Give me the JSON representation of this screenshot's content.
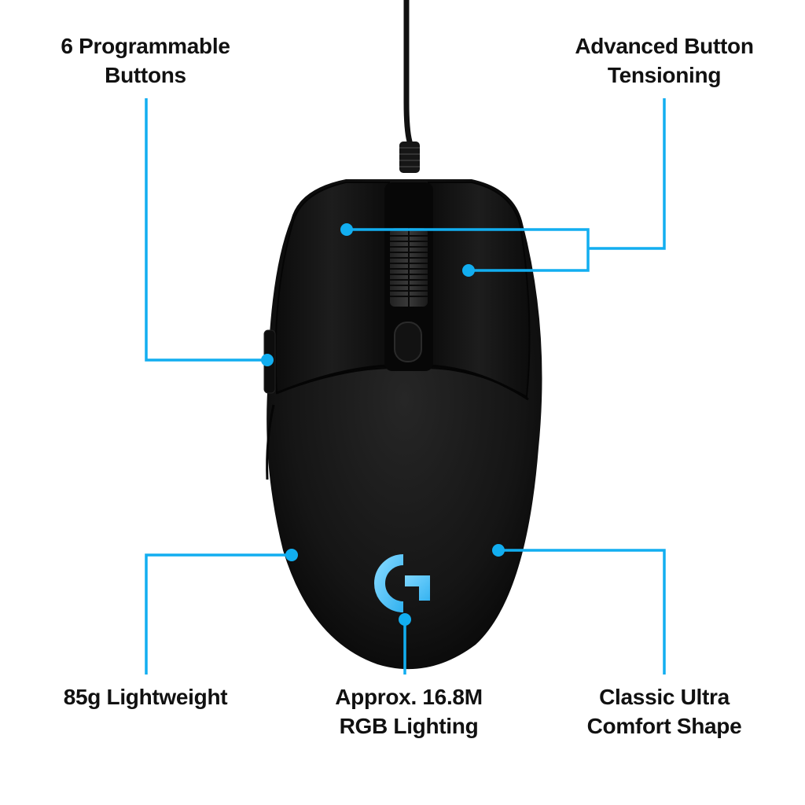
{
  "accent_color": "#12aef0",
  "product": {
    "name": "Gaming mouse",
    "logo": "G"
  },
  "callouts": {
    "top_left": {
      "line1": "6 Programmable",
      "line2": "Buttons"
    },
    "top_right": {
      "line1": "Advanced Button",
      "line2": "Tensioning"
    },
    "bottom_left": {
      "line1": "85g Lightweight"
    },
    "bottom_center": {
      "line1": "Approx. 16.8M",
      "line2": "RGB Lighting"
    },
    "bottom_right": {
      "line1": "Classic Ultra",
      "line2": "Comfort Shape"
    }
  }
}
